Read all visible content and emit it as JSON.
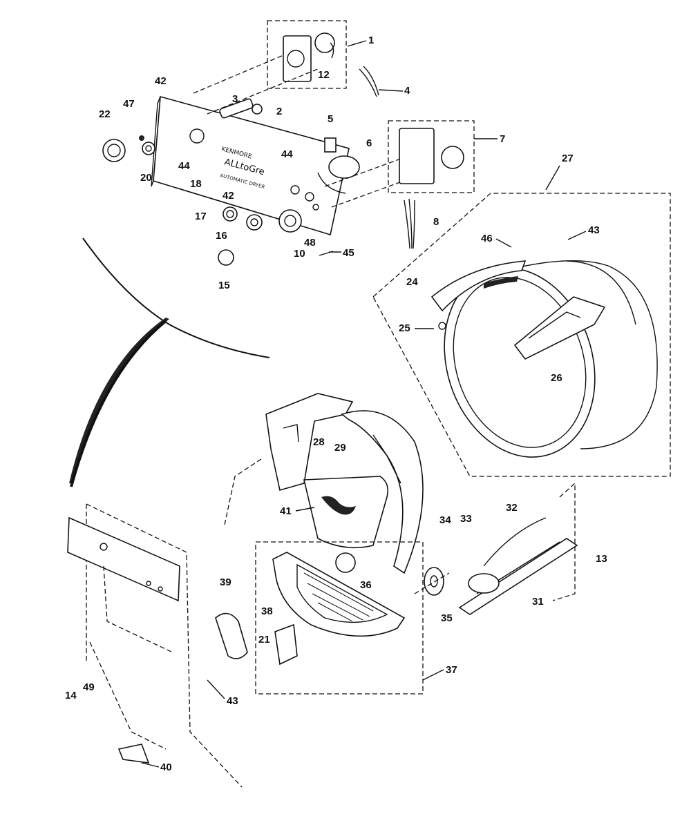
{
  "control_panel_text": {
    "line1": "KENMORE",
    "line2": "ALLtoGre",
    "line3": "AUTOMATIC DRYER"
  },
  "callouts": [
    "1",
    "2",
    "3",
    "4",
    "5",
    "6",
    "7",
    "8",
    "10",
    "12",
    "13",
    "14",
    "15",
    "16",
    "17",
    "18",
    "20",
    "21",
    "22",
    "24",
    "25",
    "26",
    "27",
    "28",
    "29",
    "31",
    "32",
    "33",
    "34",
    "35",
    "36",
    "37",
    "38",
    "39",
    "40",
    "41",
    "42",
    "42",
    "43",
    "43",
    "44",
    "44",
    "45",
    "46",
    "47",
    "48",
    "49"
  ],
  "colors": {
    "ink": "#111111",
    "paper": "#ffffff"
  }
}
